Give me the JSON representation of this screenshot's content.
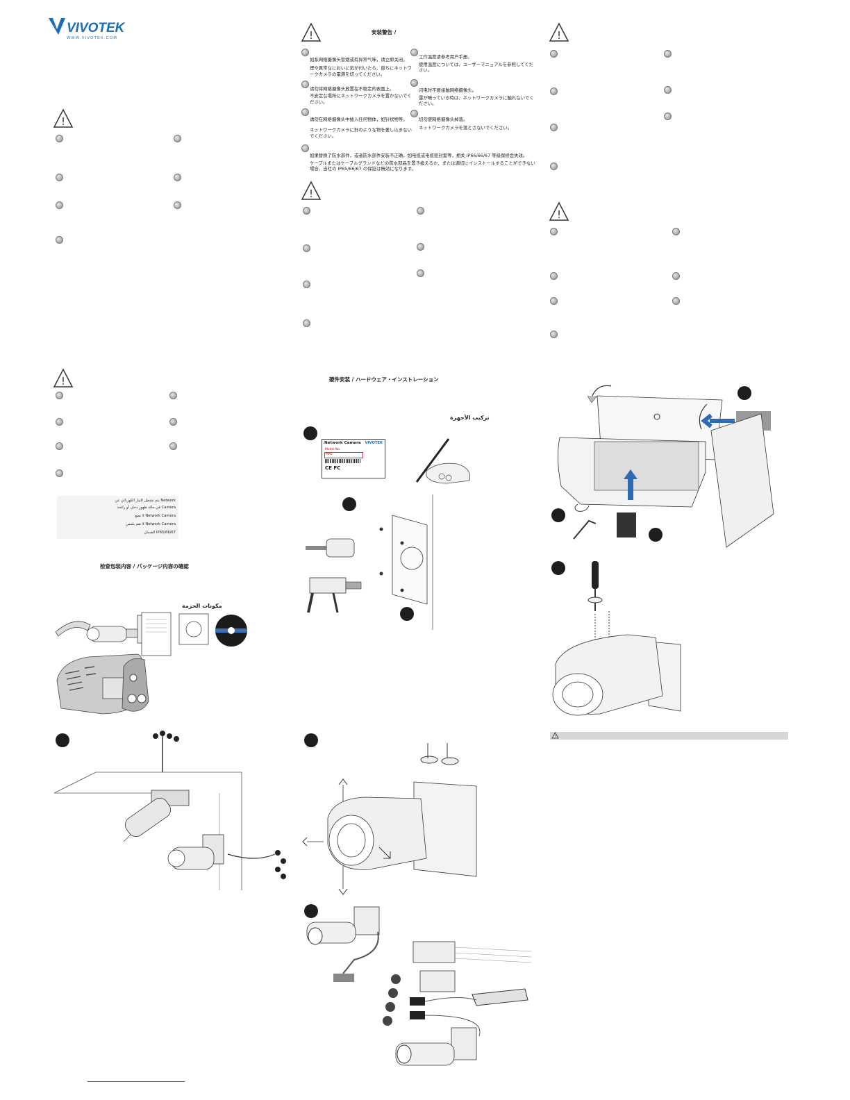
{
  "logo": {
    "brand": "VIVOTEK",
    "url": "WWW.VIVOTEK.COM"
  },
  "col2": {
    "safety_heading": "安装警告 /",
    "items": [
      {
        "l1": "如系网络摄像头冒烟或有异常气味，请立即关闭。",
        "l2": "煙や異常なにおいに気が付いたら、直ちにネットワ",
        "l3": "ークカメラの電源を切ってください。"
      },
      {
        "l1": "请勿将网络摄像头放置在不稳定的表面上。",
        "l2": "不安定な場所にネットワークカメラを置かないでく",
        "l3": "ださい。"
      },
      {
        "l1": "请勿在网络摄像头中插入任何物体，如针状物等。",
        "l2": "ネットワークカメラに針のような物を差し込まない",
        "l3": "でください。"
      },
      {
        "l1": "工作温度请参考用户手册。",
        "l2": "使用温度については、ユーザーマニュアルを参照してくだ",
        "l3": "さい。"
      },
      {
        "l1": "闪电时不要接触网络摄像头。",
        "l2": "雷が鳴っている時は、ネットワークカメラに触れないでく",
        "l3": "ださい。"
      },
      {
        "l1": "切勿使网络摄像头掉落。",
        "l2": "ネットワークカメラを落とさないでください。",
        "l3": ""
      }
    ],
    "wide_item": {
      "l1": "如果替换了防水部件，或者防水部件安装不正确，如电缆或电缆密封套等，相关 IP66/66/67 等级保修会失效。",
      "l2": "ケーブルまたはケーブルグランドなどの防水部品を置き換えるか、または適切にインストールすることができない",
      "l3": "場合、当社の IP65/66/67 の保証は無効になります。"
    },
    "install_heading": "硬件安装 / ハードウェア・インストレーション",
    "arabic_install": "تركيب الأجهزة"
  },
  "label_card": {
    "title": "Network Camera",
    "brand": "VIVOTEK",
    "model_row": "Model No.",
    "mac_row": "MAC",
    "marks": "CE FC"
  },
  "col1": {
    "arabic_lines": [
      "Network يتم تشغيل التيار الكهربائي عن",
      "Camera في حالة ظهور دخان أو رائحة",
      "Network Camera لا تضع",
      "Network Camera لا تقم بلمس",
      "IP65/66/67 الضمان"
    ],
    "package_heading": "检查包装内容 / パッケージ内容の確認",
    "arabic_package": "مكونات الحزمة"
  },
  "col3": {
    "footer_bar": ""
  }
}
